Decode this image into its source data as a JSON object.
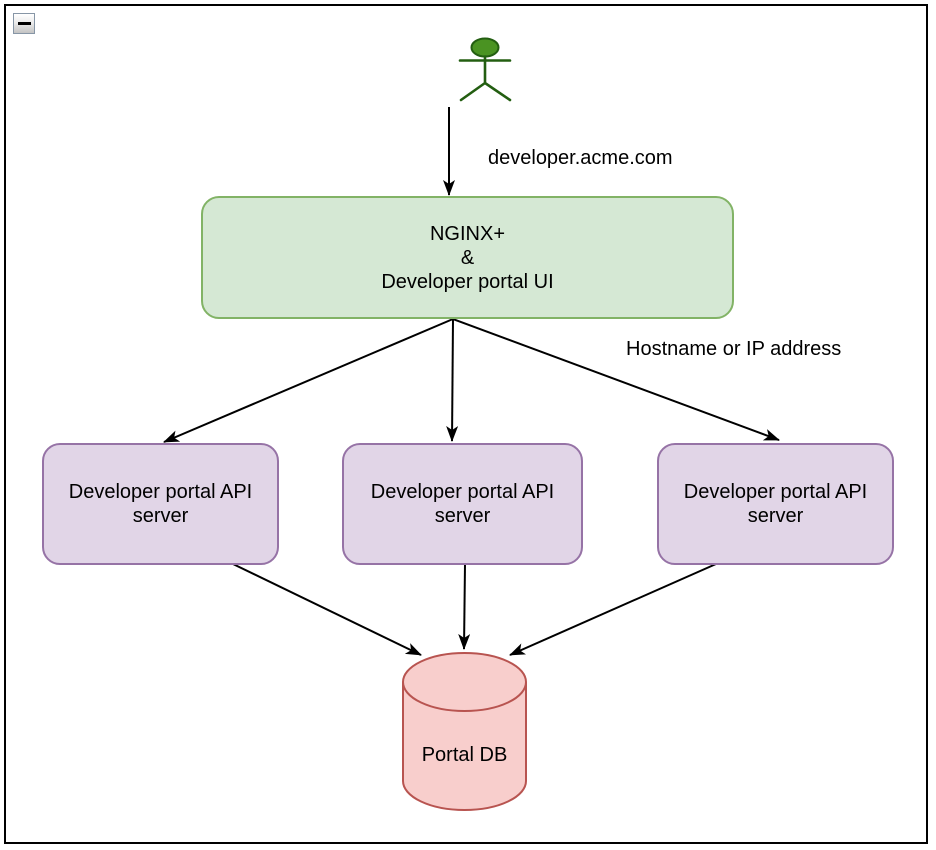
{
  "window": {
    "collapse_icon": "minus"
  },
  "colors": {
    "frame_border": "#000000",
    "arrow": "#000000",
    "gateway_fill": "#d5e8d4",
    "gateway_stroke": "#82b366",
    "api_fill": "#e1d5e7",
    "api_stroke": "#9673a6",
    "db_fill": "#f8cecc",
    "db_stroke": "#b85450",
    "actor_fill": "#4a9322",
    "actor_stroke": "#235e11"
  },
  "nodes": {
    "gateway": {
      "label": "NGINX+\n&\nDeveloper portal UI"
    },
    "api_servers": [
      {
        "label": "Developer portal API server"
      },
      {
        "label": "Developer portal API server"
      },
      {
        "label": "Developer portal API server"
      }
    ],
    "database": {
      "label": "Portal DB"
    }
  },
  "edge_labels": {
    "domain": "developer.acme.com",
    "hostname": "Hostname or IP address"
  }
}
